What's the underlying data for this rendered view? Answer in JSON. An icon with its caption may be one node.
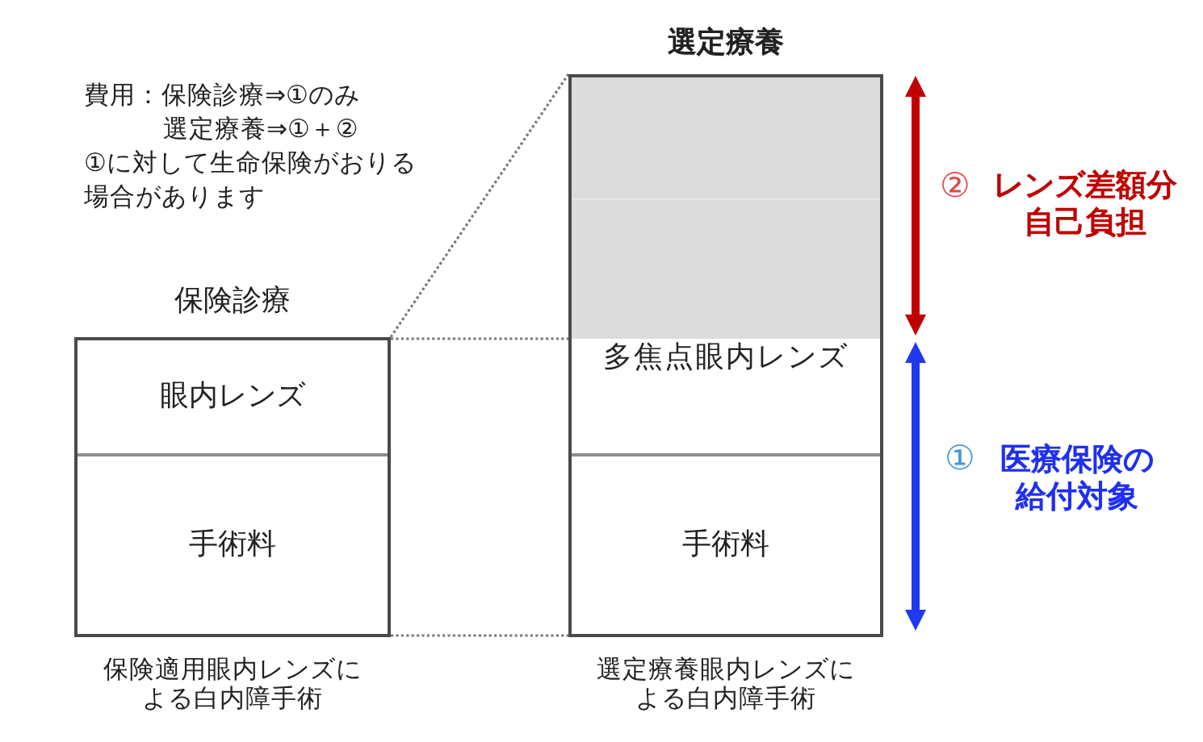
{
  "diagram": {
    "nodes": [
      {
        "text": [
          "保険診療"
        ],
        "beside": [
          "保険適用眼内レンズによる白内障手術"
        ]
      },
      {
        "text": [
          "眼内レンズ"
        ],
        "in": 0
      },
      {
        "text": [
          "手術料"
        ],
        "in": 0
      },
      {
        "text": [
          "選定療養"
        ],
        "beside": [
          "選定療養眼内レンズによる白内障手術"
        ]
      },
      {
        "text": [],
        "shape": "box",
        "in": 3
      },
      {
        "text": [
          "多焦点眼内レンズ"
        ],
        "in": 3
      },
      {
        "text": [
          "手術料"
        ],
        "in": 3
      }
    ],
    "edges": [
      {
        "from": 0,
        "to": 3,
        "arrow": "none",
        "style": "dashed"
      },
      {
        "from": 0,
        "to": 3,
        "arrow": "none",
        "style": "dashed"
      },
      {
        "from": 0,
        "to": 3,
        "arrow": "none",
        "style": "dashed"
      }
    ],
    "labels": [
      "費用：保険診療⇒①のみ",
      "選定療養⇒①＋②",
      "①に対して生命保険がおりる場合があります",
      "②",
      "レンズ差額分自己負担",
      "①",
      "医療保険の給付対象"
    ]
  }
}
